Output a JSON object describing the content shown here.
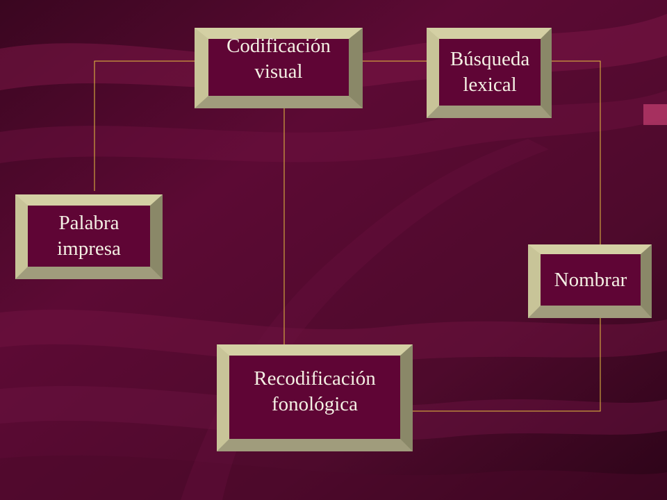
{
  "diagram": {
    "nodes": {
      "codificacion_visual": {
        "label": "Codificación\nvisual"
      },
      "busqueda_lexical": {
        "label": "Búsqueda\nlexical"
      },
      "palabra_impresa": {
        "label": "Palabra\nimpresa"
      },
      "nombrar": {
        "label": "Nombrar"
      },
      "recodificacion_fonologica": {
        "label": "Recodificación\nfonológica"
      }
    },
    "edges": [
      {
        "from": "palabra_impresa",
        "to": "codificacion_visual"
      },
      {
        "from": "codificacion_visual",
        "to": "busqueda_lexical"
      },
      {
        "from": "codificacion_visual",
        "to": "recodificacion_fonologica"
      },
      {
        "from": "busqueda_lexical",
        "to": "nombrar"
      },
      {
        "from": "recodificacion_fonologica",
        "to": "nombrar"
      }
    ],
    "colors": {
      "background": "#5a0a32",
      "box_bevel": "#c8c498",
      "box_fill": "#5f0535",
      "text": "#f4f0e4",
      "connector": "#e8c040"
    }
  }
}
